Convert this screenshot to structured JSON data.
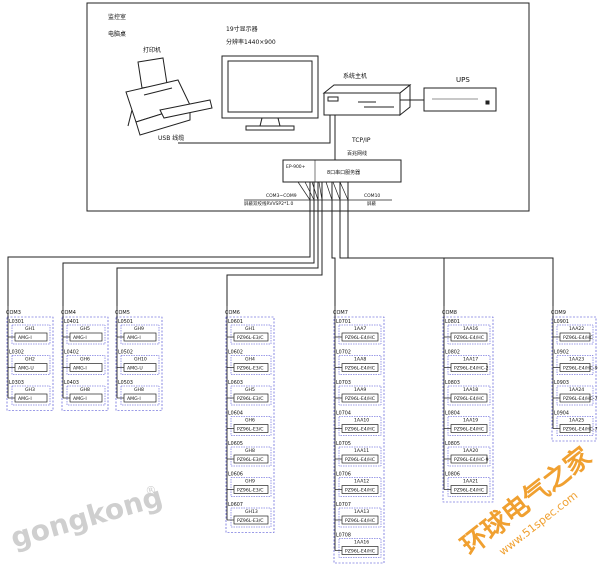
{
  "control_room": {
    "room_label_1": "监控室",
    "room_label_2": "电脑桌",
    "printer_label": "打印机",
    "monitor_label_1": "19寸显示器",
    "monitor_label_2": "分辨率1440×900",
    "host_label": "系统主机",
    "ups_label": "UPS",
    "usb_label": "USB 线缆",
    "tcpip_label": "TCP/IP",
    "cable_label": "百兆网线",
    "converter_left_label": "EP-900+",
    "converter_label": "8口串口服务器",
    "com_range_label": "COM3~COM9",
    "com_right_label": "COM10",
    "shield_label": "屏蔽双绞线RVVSP2*1.0",
    "shield_right_label": "屏蔽"
  },
  "buses": [
    {
      "com": "COM3",
      "loops": [
        {
          "loop": "L0301",
          "name": "GH1",
          "model": "AMG-I"
        },
        {
          "loop": "L0302",
          "name": "GH2",
          "model": "AMG-U"
        },
        {
          "loop": "L0303",
          "name": "GH3",
          "model": "AMG-I"
        }
      ]
    },
    {
      "com": "COM4",
      "loops": [
        {
          "loop": "L0401",
          "name": "GH5",
          "model": "AMG-I"
        },
        {
          "loop": "L0402",
          "name": "GH6",
          "model": "AMG-I"
        },
        {
          "loop": "L0403",
          "name": "GH8",
          "model": "AMG-I"
        }
      ]
    },
    {
      "com": "COM5",
      "loops": [
        {
          "loop": "L0501",
          "name": "GH9",
          "model": "AMG-I"
        },
        {
          "loop": "L0502",
          "name": "GH10",
          "model": "AMG-U"
        },
        {
          "loop": "L0503",
          "name": "GH8",
          "model": "AMG-I"
        }
      ]
    },
    {
      "com": "COM6",
      "loops": [
        {
          "loop": "L0601",
          "name": "GH1",
          "model": "PZ96L-E3/C"
        },
        {
          "loop": "L0602",
          "name": "GH4",
          "model": "PZ96L-E3/C"
        },
        {
          "loop": "L0603",
          "name": "GH5",
          "model": "PZ96L-E3/C"
        },
        {
          "loop": "L0604",
          "name": "GH6",
          "model": "PZ96L-E3/C"
        },
        {
          "loop": "L0605",
          "name": "GH8",
          "model": "PZ96L-E3/C"
        },
        {
          "loop": "L0606",
          "name": "GH9",
          "model": "PZ96L-E3/C"
        },
        {
          "loop": "L0607",
          "name": "GH13",
          "model": "PZ96L-E3/C"
        }
      ]
    },
    {
      "com": "COM7",
      "loops": [
        {
          "loop": "L0701",
          "name": "1AA7",
          "model": "PZ96L-E4/HC"
        },
        {
          "loop": "L0702",
          "name": "1AA8",
          "model": "PZ96L-E4/HC"
        },
        {
          "loop": "L0703",
          "name": "1AA9",
          "model": "PZ96L-E4/HC"
        },
        {
          "loop": "L0704",
          "name": "1AA10",
          "model": "PZ96L-E4/HC"
        },
        {
          "loop": "L0705",
          "name": "1AA11",
          "model": "PZ96L-E4/HC"
        },
        {
          "loop": "L0706",
          "name": "1AA12",
          "model": "PZ96L-E4/HC"
        },
        {
          "loop": "L0707",
          "name": "1AA13",
          "model": "PZ96L-E4/HC"
        },
        {
          "loop": "L0708",
          "name": "1AA16",
          "model": "PZ96L-E4/HC"
        }
      ]
    },
    {
      "com": "COM8",
      "loops": [
        {
          "loop": "L0801",
          "name": "1AA16",
          "model": "PZ96L-E4/HC"
        },
        {
          "loop": "L0802",
          "name": "1AA17",
          "model": "PZ96L-E4/HC-2"
        },
        {
          "loop": "L0803",
          "name": "1AA18",
          "model": "PZ96L-E4/HC"
        },
        {
          "loop": "L0804",
          "name": "1AA19",
          "model": "PZ96L-E4/HC"
        },
        {
          "loop": "L0805",
          "name": "1AA20",
          "model": "PZ96L-E4/HC-9"
        },
        {
          "loop": "L0806",
          "name": "1AA21",
          "model": "PZ96L-E4/HC"
        }
      ]
    },
    {
      "com": "COM9",
      "loops": [
        {
          "loop": "L0901",
          "name": "1AA22",
          "model": "PZ96L-E4/HC"
        },
        {
          "loop": "L0902",
          "name": "1AA23",
          "model": "PZ96L-E4/HC-9"
        },
        {
          "loop": "L0903",
          "name": "1AA24",
          "model": "PZ96L-E4/HC-7"
        },
        {
          "loop": "L0904",
          "name": "1AA25",
          "model": "PZ96L-E4/HC-7"
        }
      ]
    }
  ],
  "watermarks": {
    "left": "gongkong",
    "left_mark": "®",
    "right_main": "环球电气之家",
    "right_url": "www.51spec.com"
  },
  "colors": {
    "line": "#222222",
    "box": "#3a3ad0",
    "watermark_left": "#c9c9c9",
    "watermark_right": "#f0a030"
  }
}
